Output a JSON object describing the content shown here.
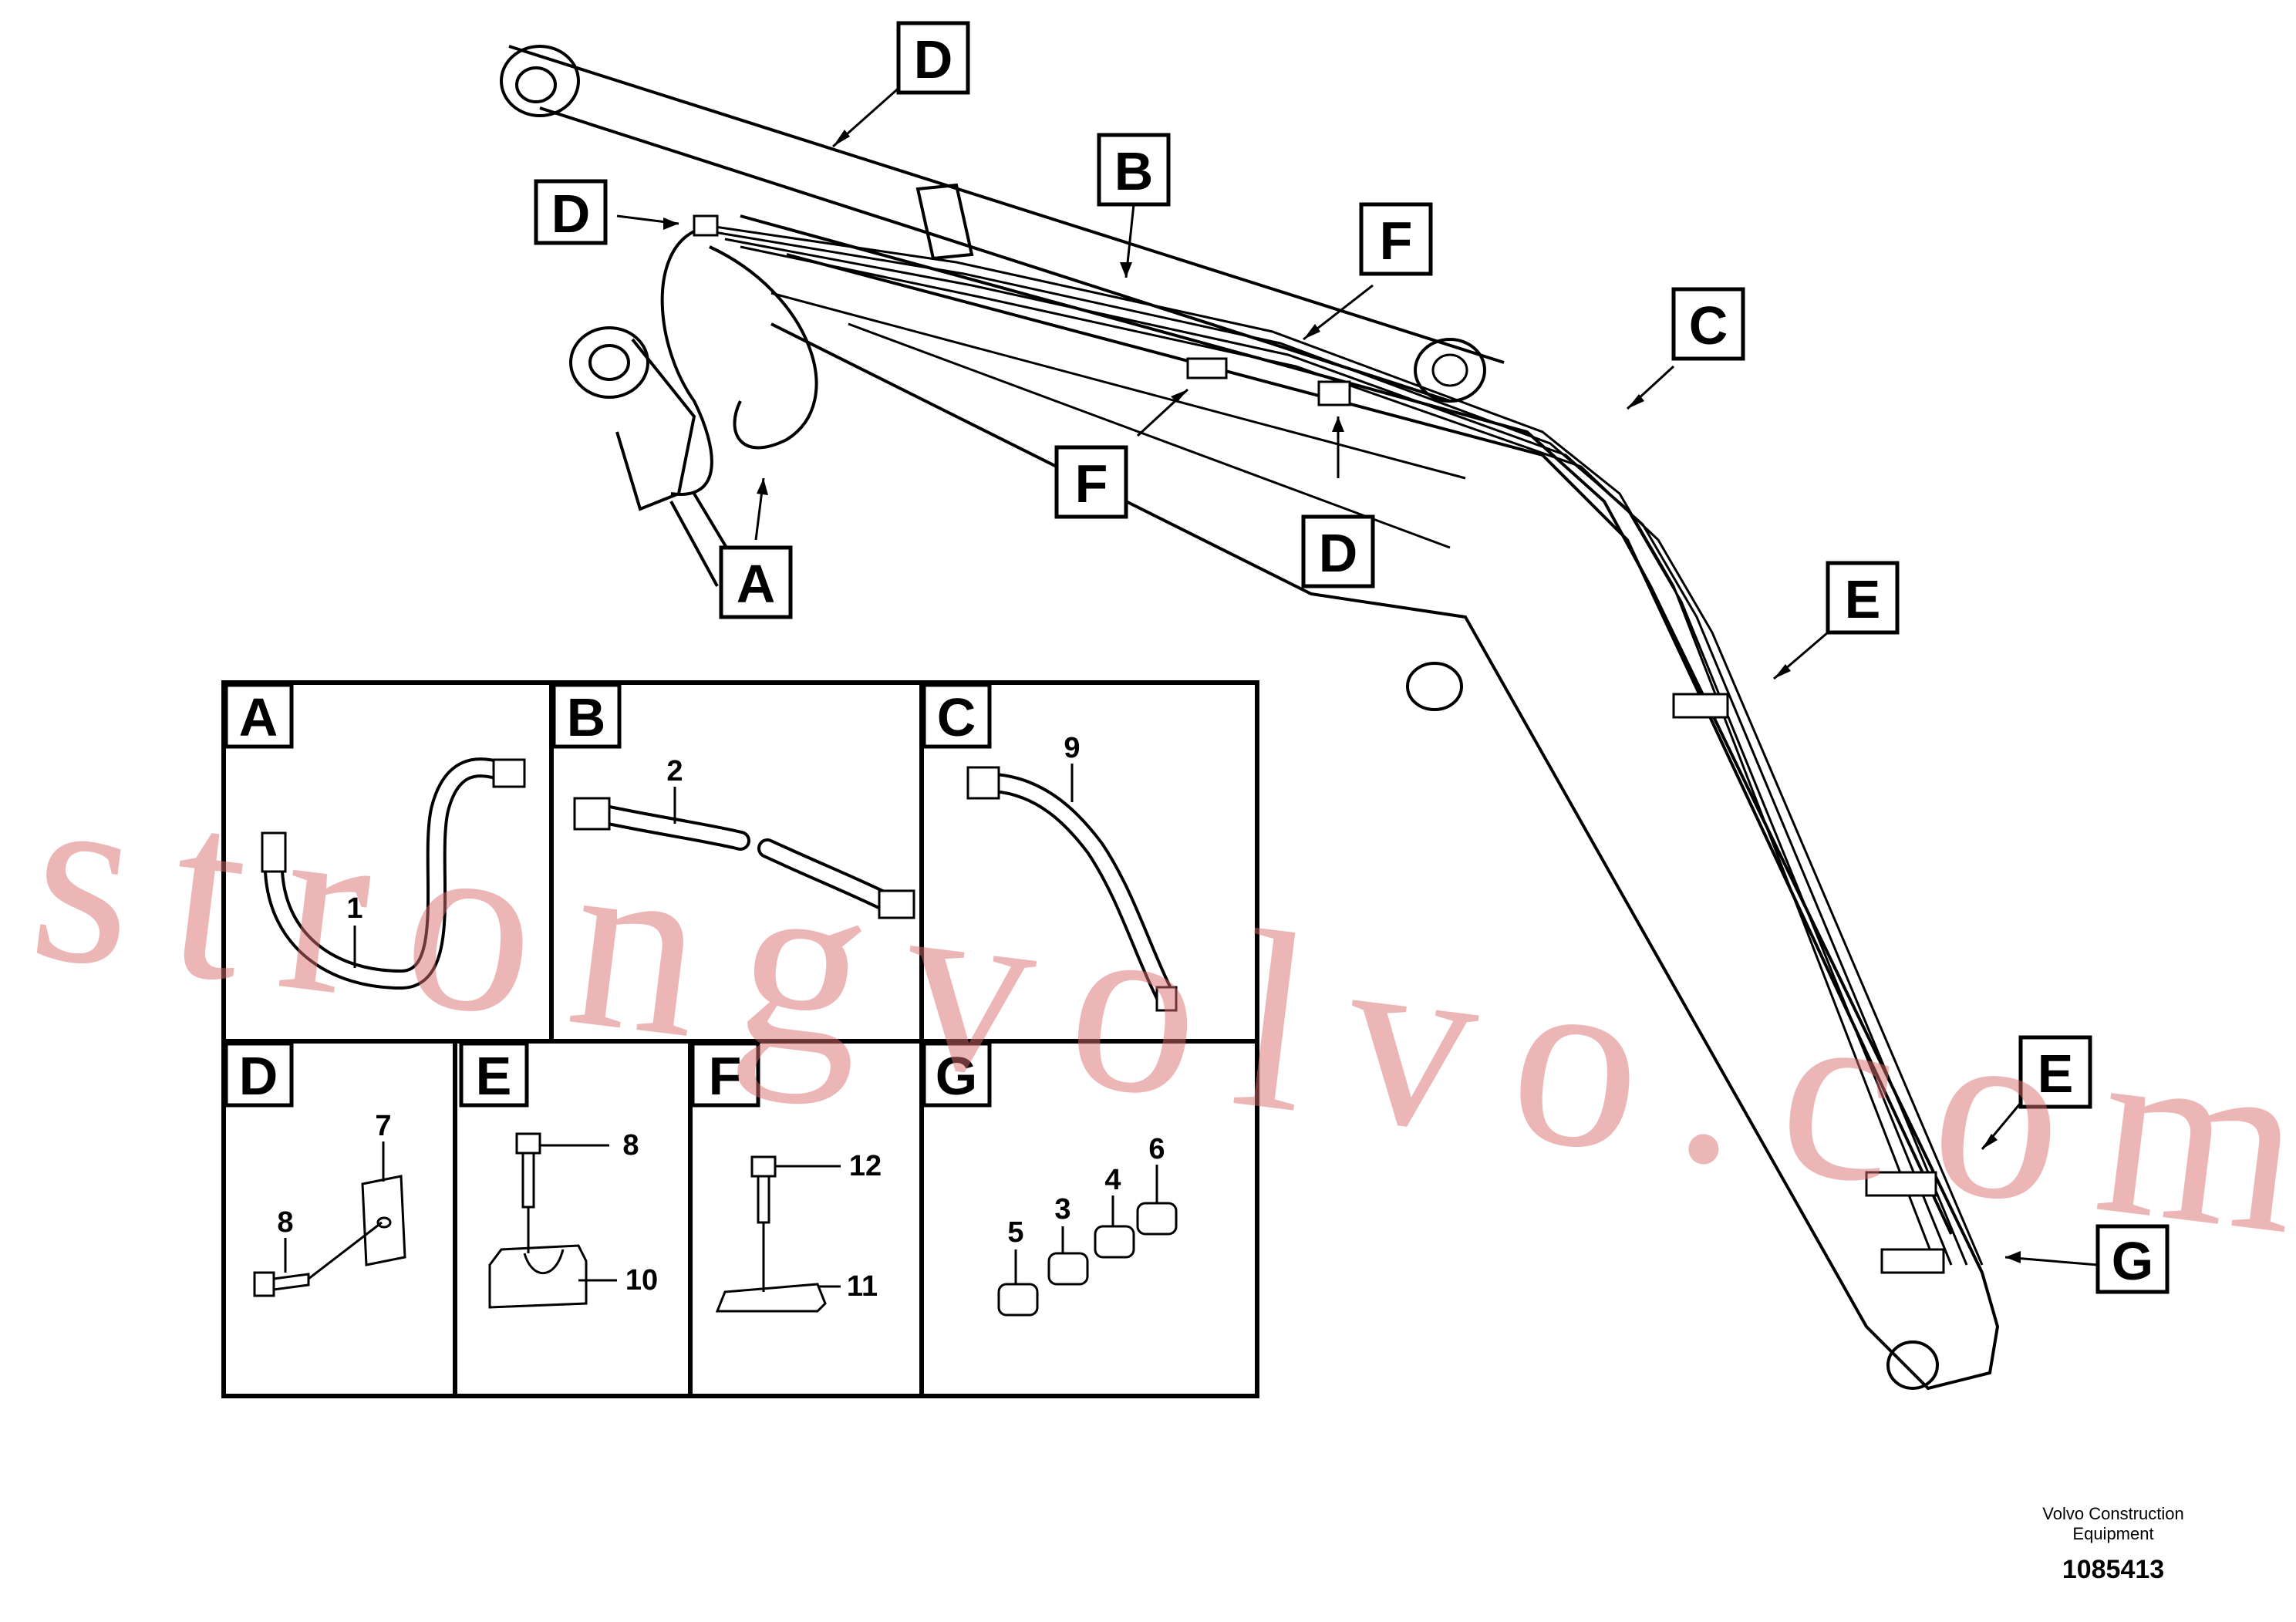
{
  "callouts": {
    "A": "A",
    "B": "B",
    "C": "C",
    "D": "D",
    "E": "E",
    "F": "F",
    "G": "G"
  },
  "panels": [
    {
      "label": "A",
      "parts": [
        "1"
      ]
    },
    {
      "label": "B",
      "parts": [
        "2"
      ]
    },
    {
      "label": "C",
      "parts": [
        "9"
      ]
    },
    {
      "label": "D",
      "parts": [
        "7",
        "8"
      ]
    },
    {
      "label": "E",
      "parts": [
        "8",
        "10"
      ]
    },
    {
      "label": "F",
      "parts": [
        "12",
        "11"
      ]
    },
    {
      "label": "G",
      "parts": [
        "6",
        "4",
        "3",
        "5"
      ]
    }
  ],
  "watermark": "strongvolvo.com",
  "footer": {
    "company": "Volvo Construction Equipment",
    "drawing_number": "1085413"
  }
}
